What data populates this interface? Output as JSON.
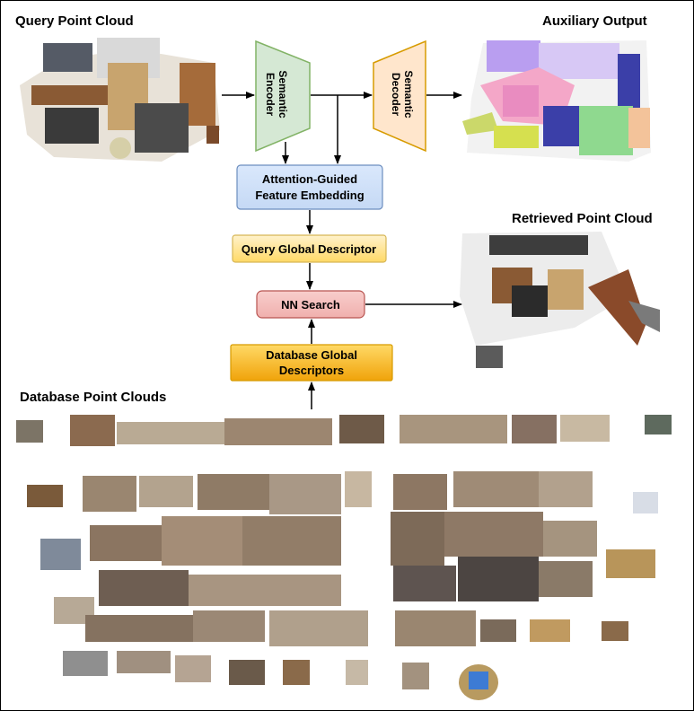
{
  "titles": {
    "query_point_cloud": "Query Point Cloud",
    "auxiliary_output": "Auxiliary Output",
    "retrieved_point_cloud": "Retrieved Point Cloud",
    "database_point_clouds": "Database Point Clouds"
  },
  "blocks": {
    "semantic_encoder": [
      "Semantic",
      "Encoder"
    ],
    "semantic_decoder": [
      "Semantic",
      "Decoder"
    ],
    "attention_embedding": [
      "Attention-Guided",
      "Feature Embedding"
    ],
    "query_descriptor": "Query Global Descriptor",
    "nn_search": "NN Search",
    "database_descriptors": [
      "Database Global",
      "Descriptors"
    ]
  },
  "colors": {
    "encoder_fill": "#d5e8d4",
    "encoder_stroke": "#82b366",
    "decoder_fill": "#ffe6cc",
    "decoder_stroke": "#d79b00",
    "attention_fill": "#dae8fc",
    "attention_stroke": "#6c8ebf",
    "query_fill": "#fff2cc",
    "query_stroke": "#d6b656",
    "nn_fill": "#f8cecc",
    "nn_stroke": "#b85450",
    "database_fill": "#ffcd28",
    "database_stroke": "#d79b00"
  }
}
